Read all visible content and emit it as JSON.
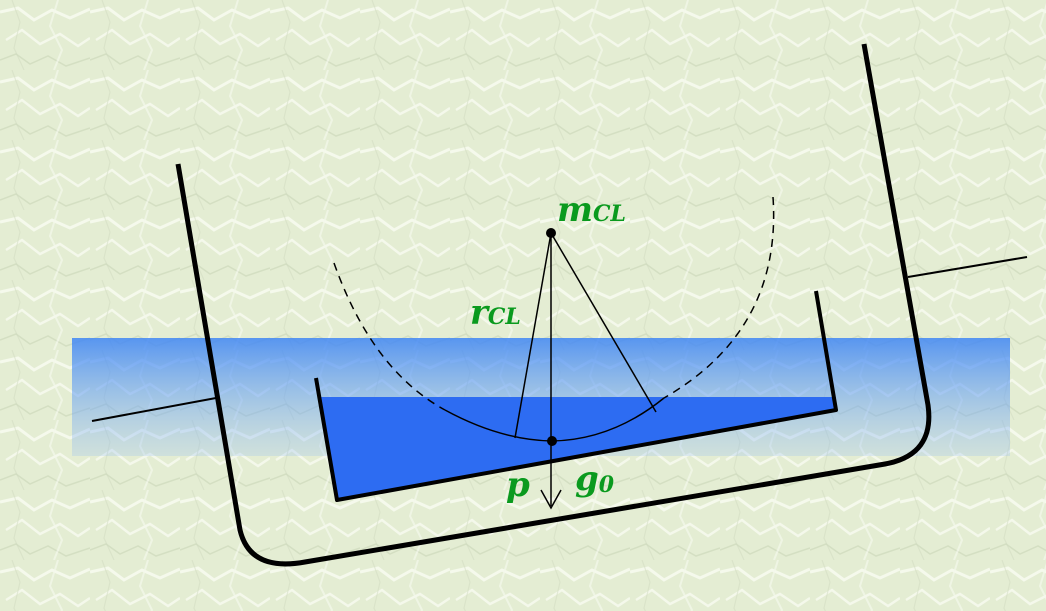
{
  "labels": {
    "metacenter_main": "m",
    "metacenter_sub": "CL",
    "radius_main": "r",
    "radius_sub": "CL",
    "point": "p",
    "gravity_main": "g",
    "gravity_sub": "0"
  },
  "colors": {
    "background": "#e6efd6",
    "texture": "#f8fbf1",
    "sea_band": "#4d8ff7",
    "liquid": "#2d6cf2",
    "label": "#0a9a1e",
    "line": "#000000"
  }
}
